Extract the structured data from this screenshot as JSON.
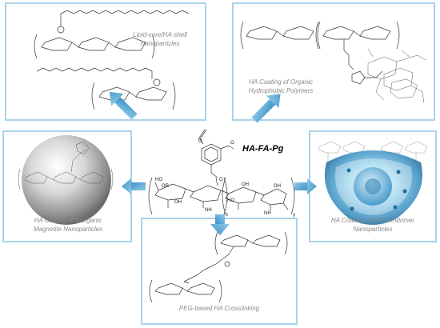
{
  "center": {
    "title": "HA-FA-Pg",
    "sub_x": "x",
    "sub_y": "y",
    "atoms": {
      "o1": "O",
      "o2": "O",
      "ho": "HO",
      "or": "OR",
      "oh1": "OH",
      "nh1": "NH",
      "oh2": "OH",
      "ho2": "HO",
      "o3": "O",
      "oh3": "OH",
      "nh2": "NH"
    }
  },
  "panels": {
    "top_left": {
      "line1": "Lipid-core/HA-shell",
      "line2": "Nanoparticles"
    },
    "top_right": {
      "line1": "HA Coating of Organic",
      "line2": "Hydrophobic Polymers"
    },
    "left": {
      "line1": "HA Coating of Inorganic",
      "line2": "Magnetite Nanoparticles"
    },
    "right": {
      "line1": "HA Coating of PPI Dendrimer",
      "line2": "Nanoparticles"
    },
    "bottom": {
      "line1": "PEG-based HA Crosslinking"
    }
  },
  "colors": {
    "border": "#a9d3ea",
    "arrow": "#5aaad6",
    "caption": "#8a8a8a"
  }
}
